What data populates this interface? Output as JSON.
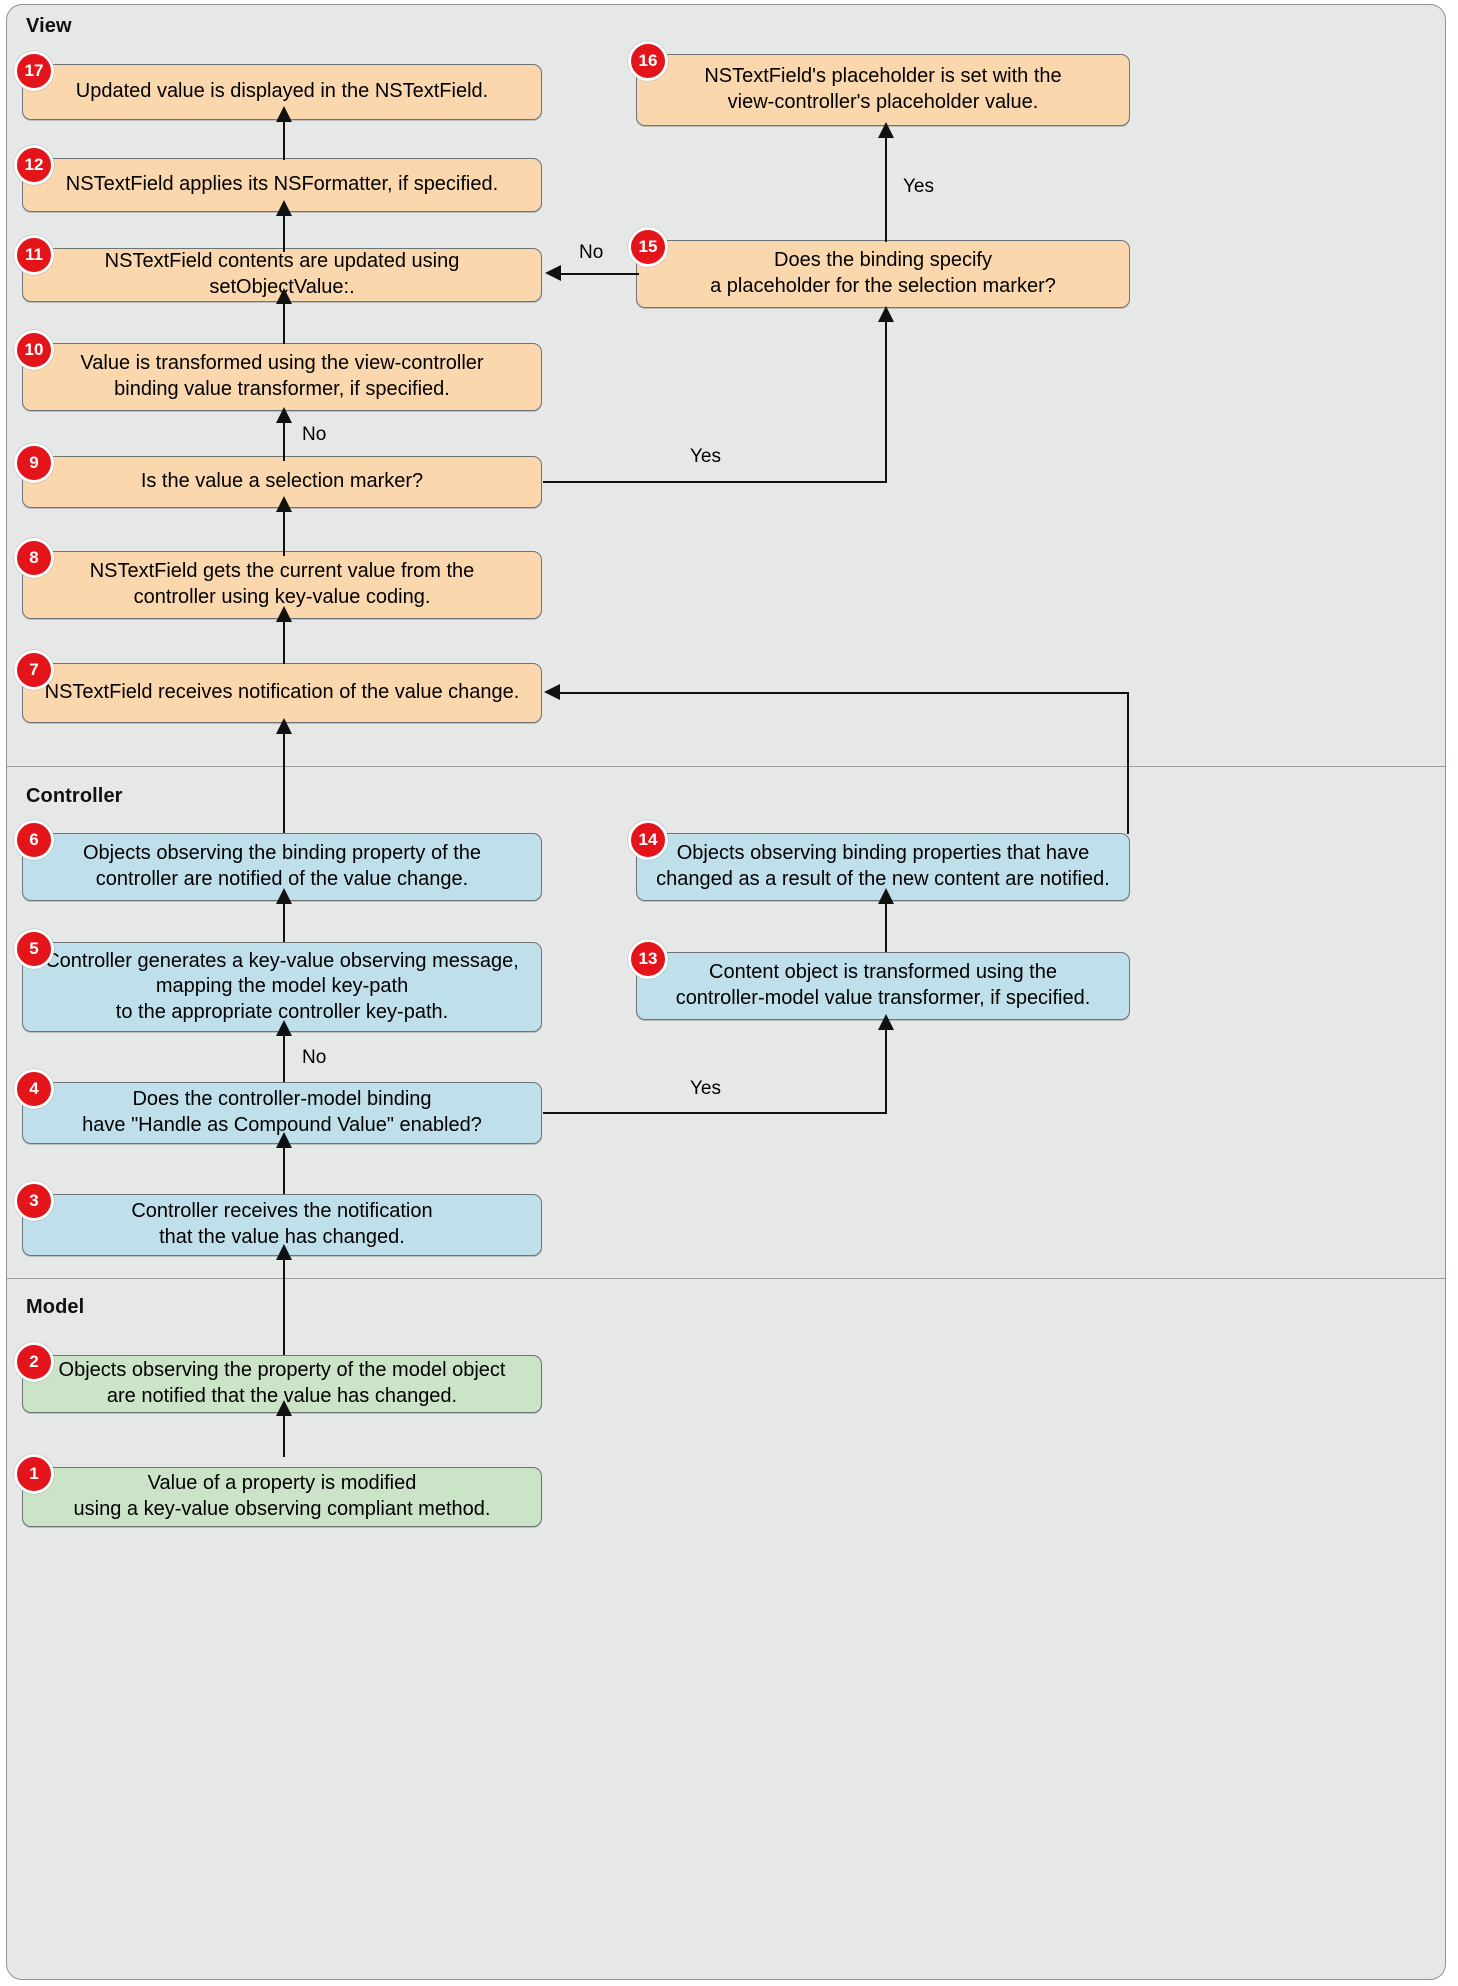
{
  "diagram": {
    "title_view": "View",
    "title_controller": "Controller",
    "title_model": "Model",
    "colors": {
      "view_fill": "#fbd7ae",
      "controller_fill": "#bfdfeb",
      "model_fill": "#cbe3c6",
      "band_fill": "#e6e8e8",
      "badge_fill": "#e4141b",
      "connector": "#111111"
    }
  },
  "steps": [
    {
      "num": "1",
      "band": "Model",
      "line1": "Value of a property is modified",
      "line2": "using a key-value observing compliant method."
    },
    {
      "num": "2",
      "band": "Model",
      "line1": "Objects observing the property of the model object",
      "line2": "are notified that the value has changed."
    },
    {
      "num": "3",
      "band": "Controller",
      "line1": "Controller receives the notification",
      "line2": "that the value has changed."
    },
    {
      "num": "4",
      "band": "Controller",
      "line1": "Does the controller-model binding",
      "line2": "have \"Handle as Compound Value\" enabled?"
    },
    {
      "num": "5",
      "band": "Controller",
      "line1": "Controller generates a key-value observing message,",
      "line2": "mapping the model key-path",
      "line3": "to the appropriate controller key-path."
    },
    {
      "num": "6",
      "band": "Controller",
      "line1": "Objects observing the binding property of the",
      "line2": "controller are notified of the value change."
    },
    {
      "num": "7",
      "band": "View",
      "line1": "NSTextField receives notification of the value change.",
      "line2": ""
    },
    {
      "num": "8",
      "band": "View",
      "line1": "NSTextField gets the current value from the",
      "line2": "controller using key-value coding."
    },
    {
      "num": "9",
      "band": "View",
      "line1": "Is the value a selection marker?",
      "line2": ""
    },
    {
      "num": "10",
      "band": "View",
      "line1": "Value is transformed using the view-controller",
      "line2": "binding value transformer, if specified."
    },
    {
      "num": "11",
      "band": "View",
      "line1": "NSTextField contents are updated using setObjectValue:.",
      "line2": ""
    },
    {
      "num": "12",
      "band": "View",
      "line1": "NSTextField applies its NSFormatter, if specified.",
      "line2": ""
    },
    {
      "num": "13",
      "band": "Controller",
      "line1": "Content object is transformed using the",
      "line2": "controller-model  value transformer, if specified."
    },
    {
      "num": "14",
      "band": "Controller",
      "line1": "Objects observing binding properties that have",
      "line2": "changed as a result of the new content are notified."
    },
    {
      "num": "15",
      "band": "View",
      "line1": "Does the binding specify",
      "line2": "a placeholder for the selection marker?"
    },
    {
      "num": "16",
      "band": "View",
      "line1": "NSTextField's placeholder is set with the",
      "line2": "view-controller's placeholder value."
    },
    {
      "num": "17",
      "band": "View",
      "line1": "Updated value is displayed in the NSTextField.",
      "line2": ""
    }
  ],
  "edge_labels": {
    "no_9_to_10": "No",
    "yes_9_to_15": "Yes",
    "no_15_to_11": "No",
    "yes_15_to_16": "Yes",
    "no_4_to_5": "No",
    "yes_4_to_13": "Yes"
  }
}
